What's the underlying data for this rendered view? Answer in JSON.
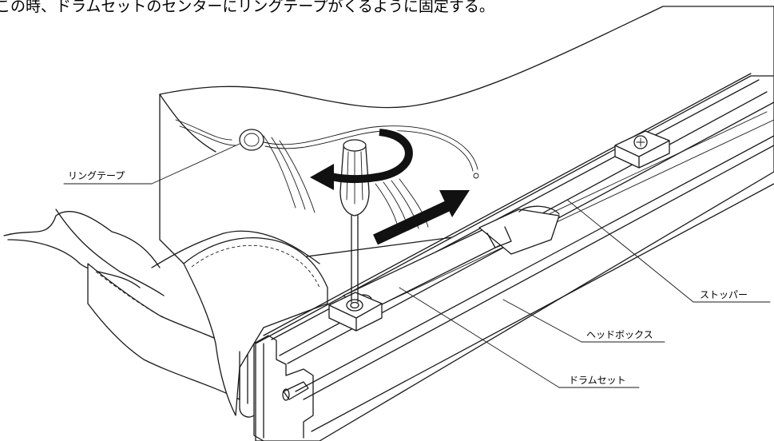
{
  "caption": "この時、ドラムセットのセンターにリングテープがくるように固定する。",
  "labels": {
    "ring_tape": "リングテープ",
    "stopper": "ストッパー",
    "head_box": "ヘッドボックス",
    "drum_set": "ドラムセット"
  },
  "colors": {
    "line": "#1a1a1a",
    "arrow": "#111111",
    "background": "#ffffff"
  }
}
